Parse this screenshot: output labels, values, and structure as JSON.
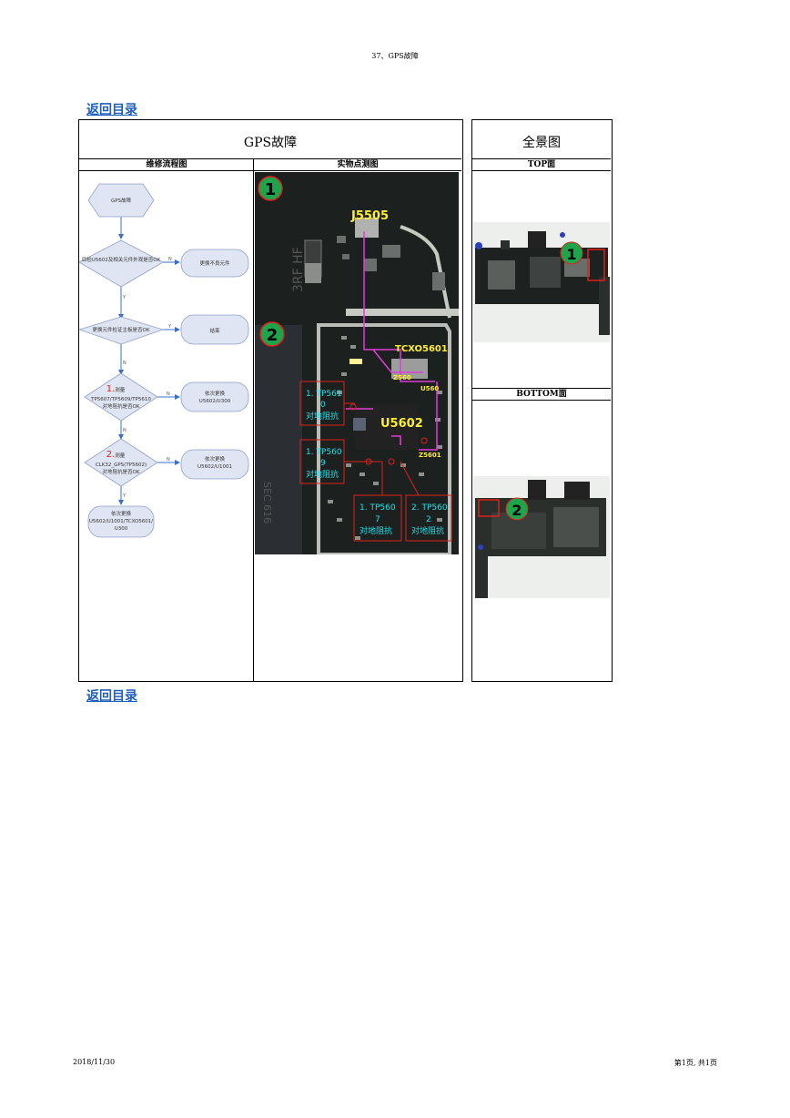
{
  "header": "37、GPS故障",
  "back_link": "返回目录",
  "table": {
    "title_main": "GPS故障",
    "title_overview": "全景图",
    "col_flow": "维修流程图",
    "col_photo": "实物点测图",
    "col_top": "TOP面",
    "col_bottom": "BOTTOM面"
  },
  "flow": {
    "start": "GPS故障",
    "q1": "目检U5602及相关元件外观是否OK",
    "a1": "更换不良元件",
    "q2": "更换元件检证主板是否OK",
    "a2": "结束",
    "q3_num": "1.",
    "q3_text": "测量",
    "q3_line2": "TP5607/TP5609/TP5610",
    "q3_line3": "对地阻抗是否OK",
    "a3_line1": "依次更换",
    "a3_line2": "U5602/U300",
    "q4_num": "2.",
    "q4_text": "测量",
    "q4_line2": "CLK32_GPS(TP5602)",
    "q4_line3": "对地阻抗是否OK",
    "a4_line1": "依次更换",
    "a4_line2": "U5602/U1001",
    "end_line1": "依次更换",
    "end_line2": "U5602/U1001/TCXO5601/",
    "end_line3": "U300",
    "yes": "Y",
    "no": "N"
  },
  "photo": {
    "marker1": "1",
    "marker2": "2",
    "j5505": "J5505",
    "tcxo": "TCXO5601",
    "z560": "Z560",
    "u560": "U560",
    "u5602": "U5602",
    "z5601": "Z5601",
    "tp1_a": "1. TP561",
    "tp1_b": "0",
    "tp1_c": "对地阻抗",
    "tp2_a": "1. TP560",
    "tp2_b": "9",
    "tp2_c": "对地阻抗",
    "tp3_a": "1. TP560",
    "tp3_b": "7",
    "tp3_c": "对地阻抗",
    "tp4_a": "2. TP560",
    "tp4_b": "2",
    "tp4_c": "对地阻抗",
    "side_text": "3RF HF",
    "side_text2": "SEC 616"
  },
  "overview": {
    "marker1": "1",
    "marker2": "2"
  },
  "footer": {
    "date": "2018/11/30",
    "page": "第1页, 共1页"
  },
  "colors": {
    "link": "#1f5fbf",
    "flow_fill": "#dfe5f2",
    "arrow": "#3a6fc4",
    "marker": "#1ea44a",
    "highlight": "#e0201a"
  }
}
